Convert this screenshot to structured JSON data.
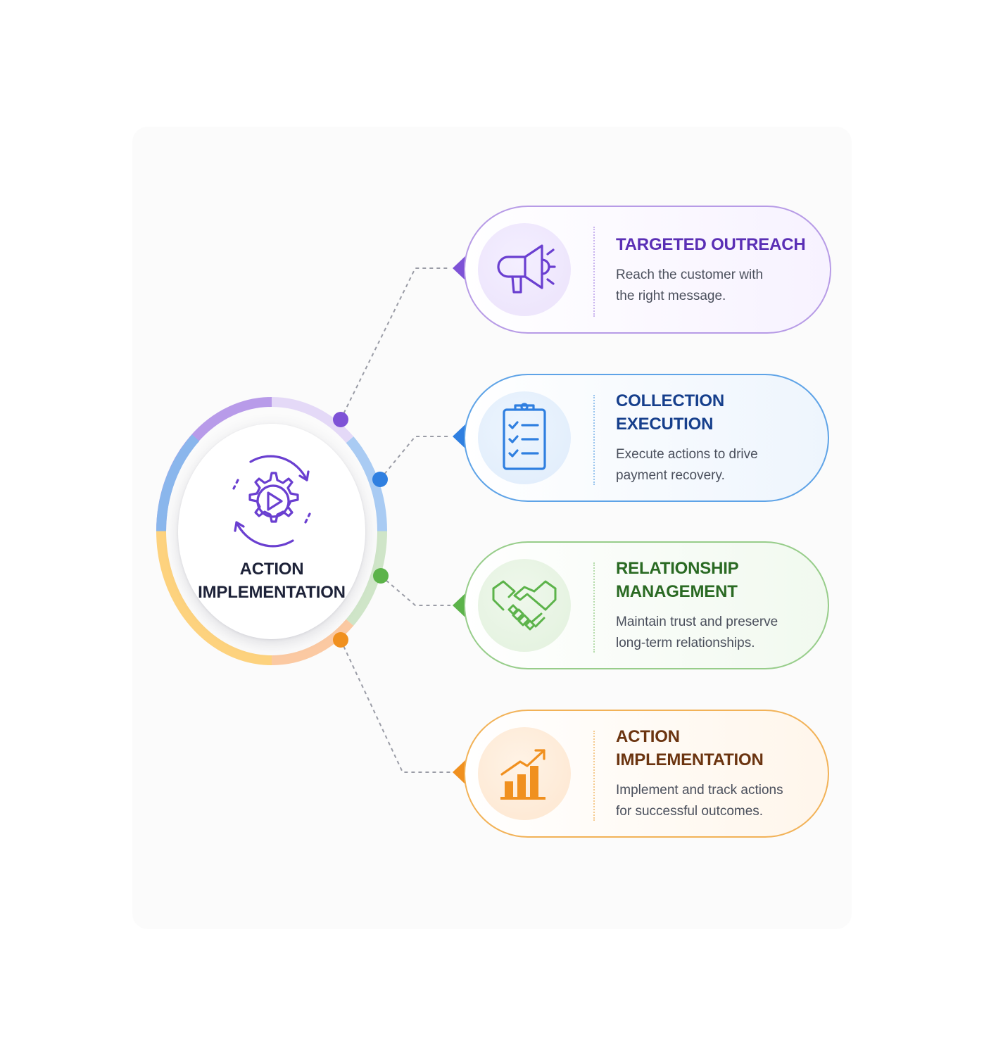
{
  "hub": {
    "title": "ACTION\nIMPLEMENTATION",
    "icon": "gear-play-cycle-icon",
    "ring_colors": [
      "#b89be9",
      "#e4d9f7",
      "#a9cbf3",
      "#cfe5c8",
      "#fbc9a2",
      "#fdd27e",
      "#8ab6ec"
    ]
  },
  "cards": [
    {
      "title": "TARGETED OUTREACH",
      "description": "Reach the customer with\nthe right message.",
      "icon": "megaphone-icon",
      "color": "#7e52d6"
    },
    {
      "title": "COLLECTION\nEXECUTION",
      "description": "Execute actions to drive\npayment recovery.",
      "icon": "clipboard-checklist-icon",
      "color": "#2f7fe0"
    },
    {
      "title": "RELATIONSHIP\nMANAGEMENT",
      "description": "Maintain trust and preserve\nlong-term relationships.",
      "icon": "handshake-icon",
      "color": "#5cb34a"
    },
    {
      "title": "ACTION\nIMPLEMENTATION",
      "description": "Implement and track actions\nfor successful outcomes.",
      "icon": "growth-chart-icon",
      "color": "#f0901f"
    }
  ]
}
